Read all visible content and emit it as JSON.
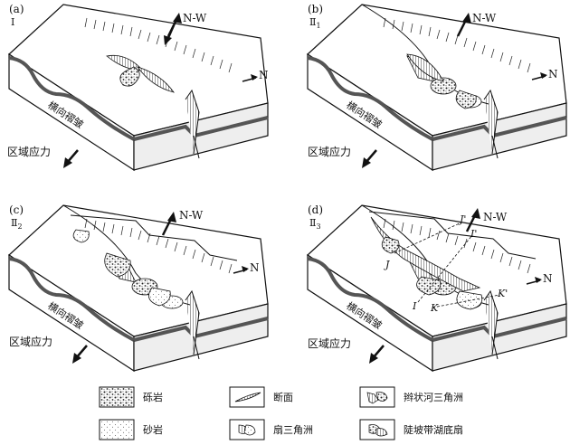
{
  "panels": [
    {
      "letter": "(a)",
      "stage": "Ⅰ",
      "stage_sub": "",
      "nw": "N-W",
      "n": "N",
      "trough": "横向褶皱",
      "stress": "区域应力",
      "sections": []
    },
    {
      "letter": "(b)",
      "stage": "Ⅱ",
      "stage_sub": "1",
      "nw": "N-W",
      "n": "N",
      "trough": "横向褶皱",
      "stress": "区域应力",
      "sections": []
    },
    {
      "letter": "(c)",
      "stage": "Ⅱ",
      "stage_sub": "2",
      "nw": "N-W",
      "n": "N",
      "trough": "横向褶皱",
      "stress": "区域应力",
      "sections": []
    },
    {
      "letter": "(d)",
      "stage": "Ⅱ",
      "stage_sub": "3",
      "nw": "N-W",
      "n": "N",
      "trough": "横向褶皱",
      "stress": "区域应力",
      "sections": [
        "J'",
        "I'",
        "J",
        "K'",
        "I",
        "K"
      ]
    }
  ],
  "legend": [
    {
      "icon": "conglomerate-swatch-icon",
      "label": "砾岩"
    },
    {
      "icon": "fault-plane-icon",
      "label": "断面"
    },
    {
      "icon": "braided-delta-icon",
      "label": "辫状河三角洲"
    },
    {
      "icon": "sandstone-swatch-icon",
      "label": "砂岩"
    },
    {
      "icon": "fan-delta-icon",
      "label": "扇三角洲"
    },
    {
      "icon": "slope-fan-icon",
      "label": "陡坡带湖底扇"
    }
  ]
}
